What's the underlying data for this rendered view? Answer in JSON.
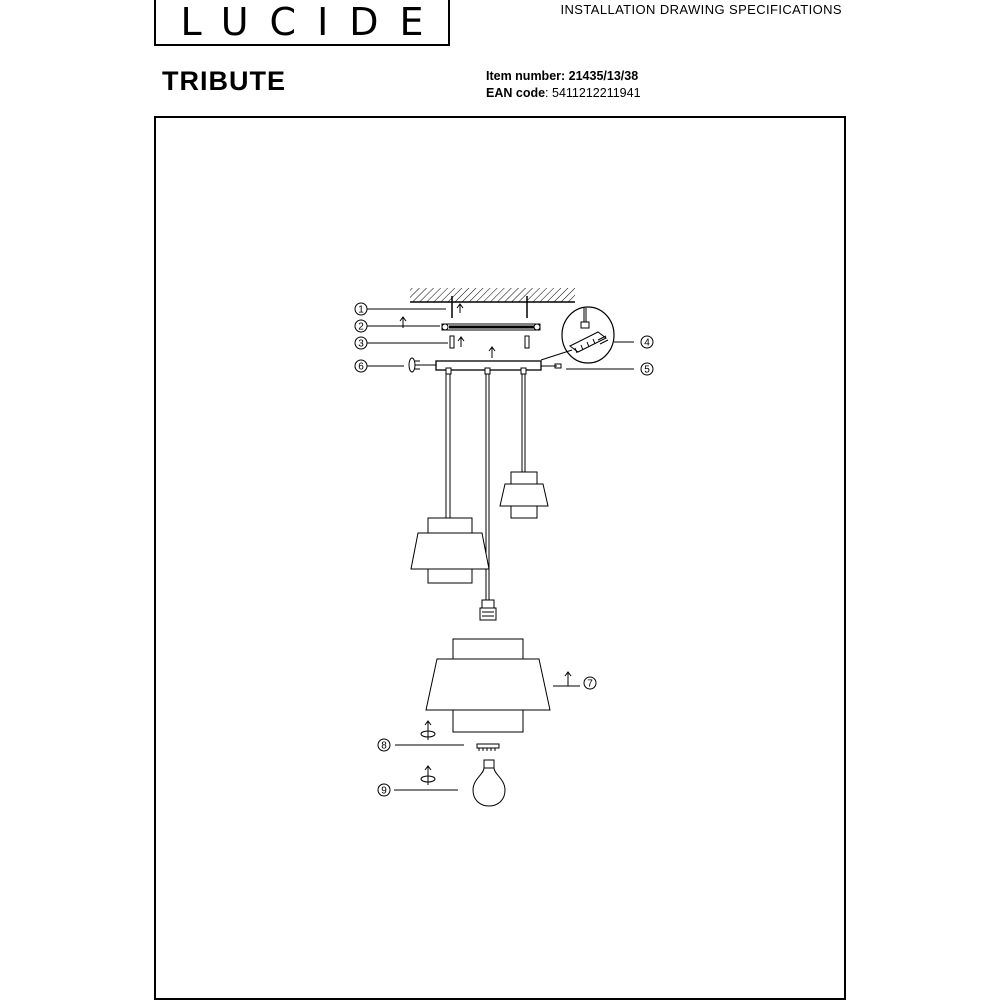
{
  "header": {
    "logo": "LUCIDE",
    "document_title": "INSTALLATION DRAWING SPECIFICATIONS",
    "product_name": "TRIBUTE",
    "item_label": "Item number",
    "item_value": "21435/13/38",
    "ean_label": "EAN code",
    "ean_value": "5411212211941"
  },
  "callouts": [
    "1",
    "2",
    "3",
    "4",
    "5",
    "6",
    "7",
    "8",
    "9"
  ],
  "colors": {
    "ink": "#000000",
    "paper": "#ffffff"
  }
}
